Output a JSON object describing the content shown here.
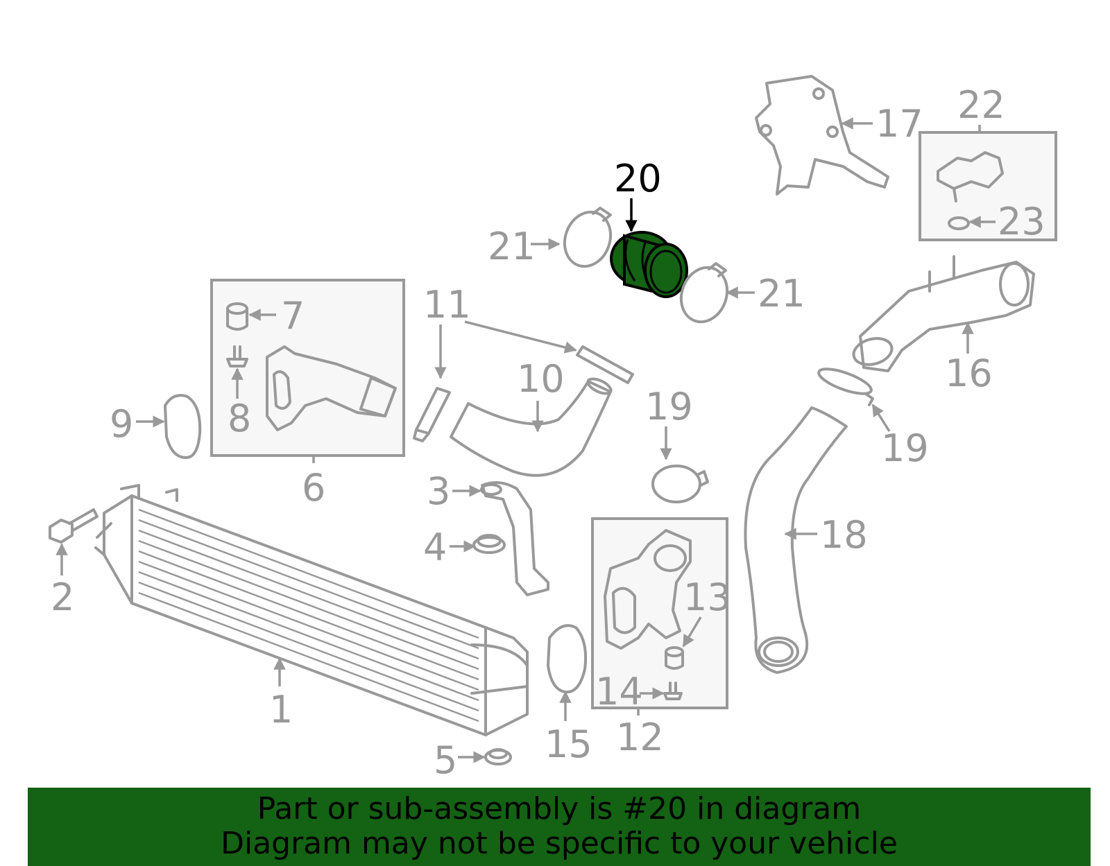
{
  "highlight_color": "#146214",
  "highlighted_part": "20",
  "callouts": [
    "1",
    "2",
    "3",
    "4",
    "5",
    "6",
    "7",
    "8",
    "9",
    "10",
    "11",
    "12",
    "13",
    "14",
    "15",
    "16",
    "17",
    "18",
    "19",
    "19",
    "20",
    "21",
    "21",
    "22",
    "23"
  ],
  "banner": {
    "line1": "Part or sub-assembly is #20 in diagram",
    "line2": "Diagram may not be specific to your vehicle"
  }
}
